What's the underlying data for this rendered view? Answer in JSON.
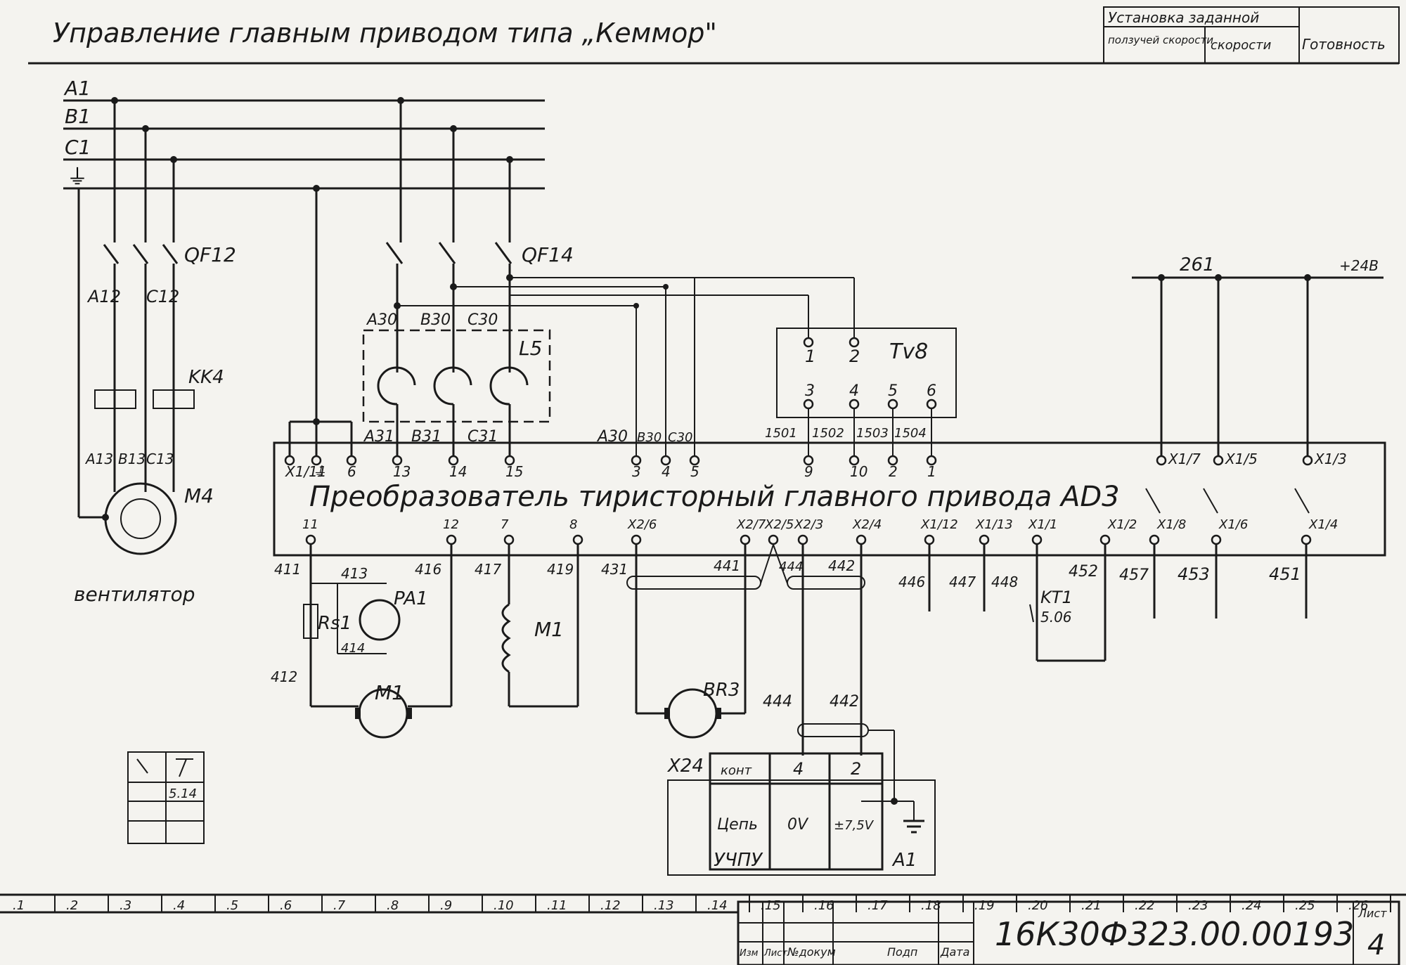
{
  "header": {
    "title": "Управление главным приводом типа „Кеммор\"",
    "box_top": "Установка заданной",
    "box_creep": "ползучей скорости",
    "box_speed": "скорости",
    "box_ready": "Готовность"
  },
  "buses": {
    "a": "A1",
    "b": "B1",
    "c": "C1",
    "pe": "⏚"
  },
  "fan": {
    "breaker": "QF12",
    "wire_a": "A12",
    "wire_c": "C12",
    "relay": "KK4",
    "wire_a13": "A13",
    "wire_b13": "B13",
    "wire_c13": "C13",
    "motor": "M4",
    "caption": "вентилятор"
  },
  "power": {
    "breaker": "QF14",
    "reactor": "L5",
    "in_a": "A30",
    "in_b": "B30",
    "in_c": "C30",
    "out_a": "A31",
    "out_b": "B31",
    "out_c": "C31",
    "sense_a": "A30",
    "sense_b": "B30",
    "sense_c": "C30"
  },
  "transformer": {
    "name": "Tv8",
    "p1": "1",
    "p2": "2",
    "p3": "3",
    "p4": "4",
    "p5": "5",
    "p6": "6",
    "w1": "1501",
    "w2": "1502",
    "w3": "1503",
    "w4": "1504"
  },
  "supply": {
    "net": "261",
    "voltage": "+24В"
  },
  "converter": {
    "title": "Преобразователь тиристорный главного привода AD3",
    "top_terms": [
      "X1/11",
      "⏚",
      "6",
      "13",
      "14",
      "15",
      "3",
      "4",
      "5",
      "9",
      "10",
      "2",
      "1",
      "X1/7",
      "X1/5",
      "X1/3"
    ],
    "bot_terms": [
      "11",
      "12",
      "7",
      "8",
      "X2/6",
      "X2/7",
      "X2/5",
      "X2/3",
      "X2/4",
      "X1/12",
      "X1/13",
      "X1/1",
      "X1/2",
      "X1/8",
      "X1/6",
      "X1/4"
    ]
  },
  "wires": {
    "w411": "411",
    "w413": "413",
    "w416": "416",
    "w417": "417",
    "w419": "419",
    "w431": "431",
    "w441": "441",
    "w444": "444",
    "w442": "442",
    "w446": "446",
    "w447": "447",
    "w448": "448",
    "w452": "452",
    "w457": "457",
    "w453": "453",
    "w451": "451",
    "w412": "412",
    "w414": "414",
    "w444b": "444",
    "w442b": "442"
  },
  "components": {
    "rs1": "Rs1",
    "pa1": "PA1",
    "m1_armature": "M1",
    "m1_field": "M1",
    "br3": "BR3",
    "kt1": "KT1",
    "kt1_ref": "5.06"
  },
  "cnc": {
    "connector": "X24",
    "c_kont": "конт",
    "c_4": "4",
    "c_2": "2",
    "r_circuit": "Цепь",
    "r_ov": "0V",
    "r_75": "±7,5V",
    "name": "УЧПУ",
    "ref": "A1"
  },
  "legend": {
    "ref": "5.14"
  },
  "ruler": [
    ".1",
    ".2",
    ".3",
    ".4",
    ".5",
    ".6",
    ".7",
    ".8",
    ".9",
    ".10",
    ".11",
    ".12",
    ".13",
    ".14",
    ".15",
    ".16",
    ".17",
    ".18",
    ".19",
    ".20",
    ".21",
    ".22",
    ".23",
    ".24",
    ".25",
    ".26"
  ],
  "stamp": {
    "drawing_no": "16К30Ф323.00.00193",
    "sheet_label": "Лист",
    "sheet": "4",
    "col_izm": "Изм",
    "col_list": "Лист",
    "col_dokum": "№докум",
    "col_podp": "Подп",
    "col_data": "Дата"
  }
}
